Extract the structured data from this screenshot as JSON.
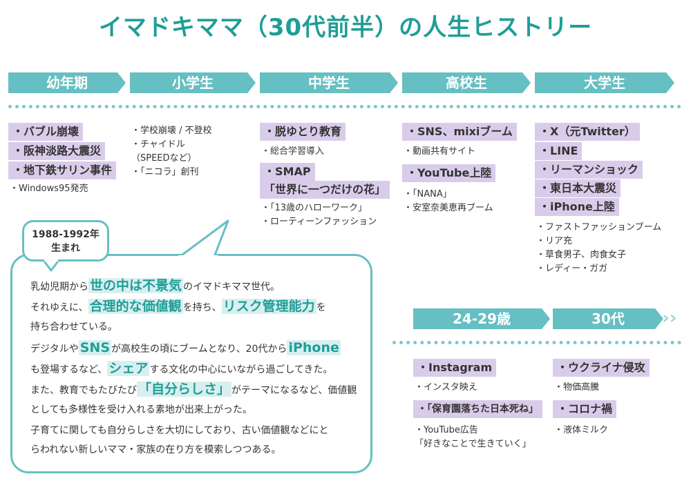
{
  "title": "イマドキママ（30代前半）の人生ヒストリー",
  "stages": [
    "幼年期",
    "小学生",
    "中学生",
    "高校生",
    "大学生"
  ],
  "later_stages": [
    "24-29歳",
    "30代"
  ],
  "colors": {
    "accent": "#1f9e97",
    "band": "#66bfc2",
    "highlight": "#d9ccea"
  },
  "yonen": {
    "highlights": [
      "・バブル崩壊",
      "・阪神淡路大震災",
      "・地下鉄サリン事件"
    ],
    "items": [
      "・Windows95発売"
    ]
  },
  "shogaku": {
    "items": [
      "・学校崩壊 / 不登校",
      "・チャイドル",
      "（SPEEDなど）",
      "・「ニコラ」創刊"
    ]
  },
  "chugaku": {
    "hl1": "・脱ゆとり教育",
    "item1": "・総合学習導入",
    "hl2a": "・SMAP",
    "hl2b": "「世界に一つだけの花」",
    "items": [
      "・「13歳のハローワーク」",
      "・ローティーンファッション"
    ]
  },
  "koko": {
    "hl1": "・SNS、mixiブーム",
    "item1": "・動画共有サイト",
    "hl2": "・YouTube上陸",
    "items": [
      "・「NANA」",
      "・安室奈美恵再ブーム"
    ]
  },
  "daigaku": {
    "highlights": [
      "・X（元Twitter）",
      "・LINE",
      "・リーマンショック",
      "・東日本大震災",
      "・iPhone上陸"
    ],
    "items": [
      "・ファストファッションブーム",
      "・リア充",
      "・草食男子、肉食女子",
      "・レディー・ガガ"
    ]
  },
  "age2429": {
    "hl1": "・Instagram",
    "item1": "・インスタ映え",
    "hl2": "・「保育園落ちた日本死ね」",
    "items": [
      "・YouTube広告",
      "「好きなことで生きていく」"
    ]
  },
  "age30s": {
    "hl1": "・ウクライナ侵攻",
    "item1": "・物価高騰",
    "hl2": "・コロナ禍",
    "item2": "・液体ミルク"
  },
  "birth": {
    "line1": "1988-1992年",
    "line2": "生まれ"
  },
  "story": {
    "l1a": "乳幼児期から",
    "l1b": "世の中は不景気",
    "l1c": "のイマドキママ世代。",
    "l2a": "それゆえに、",
    "l2b": "合理的な価値観",
    "l2c": "を持ち、",
    "l2d": "リスク管理能力",
    "l2e": "を",
    "l3": "持ち合わせている。",
    "l4a": "デジタルや",
    "l4b": "SNS",
    "l4c": "が高校生の頃にブームとなり、20代から",
    "l4d": "iPhone",
    "l5a": "も登場するなど、",
    "l5b": "シェア",
    "l5c": "する文化の中心にいながら過ごしてきた。",
    "l6a": "また、教育でもたびたび",
    "l6b": "「自分らしさ」",
    "l6c": "がテーマになるなど、価値観",
    "l7": "としても多様性を受け入れる素地が出来上がった。",
    "l8": "子育てに関しても自分らしさを大切にしており、古い価値観などにと",
    "l9": "らわれない新しいママ・家族の在り方を模索しつつある。"
  }
}
